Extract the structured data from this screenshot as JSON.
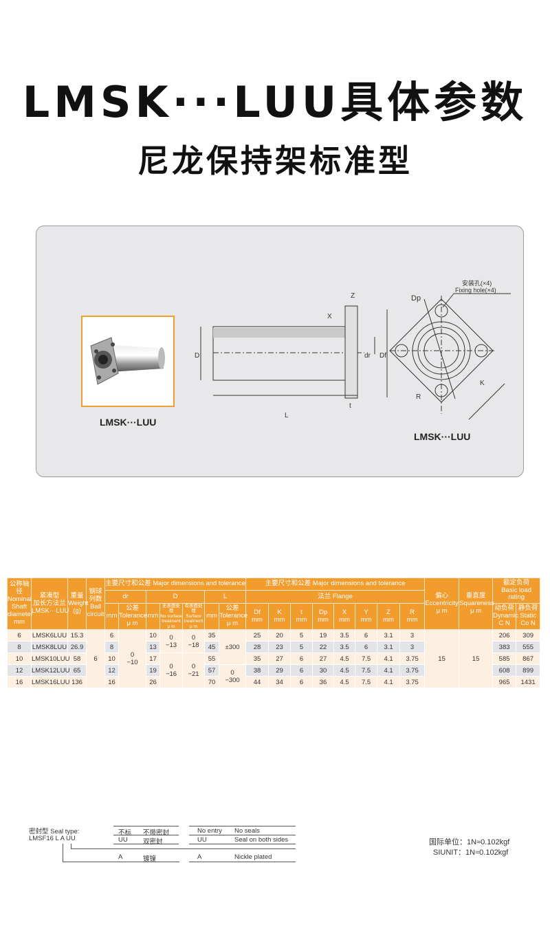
{
  "title": "LMSK···LUU具体参数",
  "subtitle": "尼龙保持架标准型",
  "figure": {
    "photo_caption": "LMSK···LUU",
    "drawing_caption": "LMSK···LUU",
    "fixing_hole_cn": "安装孔(×4)",
    "fixing_hole_en": "Fixing hole(×4)",
    "labels": {
      "D": "D",
      "L": "L",
      "dr": "dr",
      "Df": "Df",
      "Z": "Z",
      "X": "X",
      "t": "t",
      "Dp": "Dp",
      "R": "R",
      "K": "K"
    }
  },
  "table": {
    "headers": {
      "shaft": [
        "公称轴径",
        "Nominal",
        "Shaft",
        "diameter",
        "mm"
      ],
      "model": [
        "紧凑型",
        "加长方法兰",
        "LMSK···LUU"
      ],
      "weight": [
        "重量",
        "Weight",
        "(g)"
      ],
      "ball": [
        "钢球",
        "列数",
        "Ball",
        "circuit"
      ],
      "major1": "主要尺寸和公差  Major dimensions and tolerance",
      "major2": "主要尺寸和公差  Major dimensions and tolerance",
      "dr": "dr",
      "D": "D",
      "L": "L",
      "flange": "法兰  Flange",
      "mm": "mm",
      "tol": [
        "公差",
        "Tolerance",
        "μ m"
      ],
      "no_surface": [
        "无表面处理",
        "No surface",
        "treatment",
        "μ m"
      ],
      "surface": [
        "有表面处理",
        "Surface",
        "treatment",
        "μ m"
      ],
      "flange_cols": [
        "Df",
        "K",
        "t",
        "Dp",
        "X",
        "Y",
        "Z",
        "R"
      ],
      "ecc": [
        "偏心",
        "Eccentricity",
        "μ m"
      ],
      "sq": [
        "垂直度",
        "Squareness",
        "μ m"
      ],
      "load": [
        "额定负荷",
        "Basic load rating"
      ],
      "dyn": [
        "动负荷",
        "Dynamic",
        "C N"
      ],
      "stat": [
        "静负荷",
        "Static",
        "Co N"
      ]
    },
    "rows": [
      {
        "shaft": "6",
        "model": "LMSK6LUU",
        "weight": "15.3",
        "dr": "6",
        "D": "10",
        "L": "35",
        "Df": "25",
        "K": "20",
        "t": "5",
        "Dp": "19",
        "X": "3.5",
        "Y": "6",
        "Z": "3.1",
        "R": "3",
        "C": "206",
        "Co": "309"
      },
      {
        "shaft": "8",
        "model": "LMSK8LUU",
        "weight": "26.9",
        "dr": "8",
        "D": "13",
        "L": "45",
        "Df": "28",
        "K": "23",
        "t": "5",
        "Dp": "22",
        "X": "3.5",
        "Y": "6",
        "Z": "3.1",
        "R": "3",
        "C": "383",
        "Co": "555"
      },
      {
        "shaft": "10",
        "model": "LMSK10LUU",
        "weight": "58",
        "dr": "10",
        "D": "17",
        "L": "55",
        "Df": "35",
        "K": "27",
        "t": "6",
        "Dp": "27",
        "X": "4.5",
        "Y": "7.5",
        "Z": "4.1",
        "R": "3.75",
        "C": "585",
        "Co": "867"
      },
      {
        "shaft": "12",
        "model": "LMSK12LUU",
        "weight": "65",
        "dr": "12",
        "D": "19",
        "L": "57",
        "Df": "38",
        "K": "29",
        "t": "6",
        "Dp": "30",
        "X": "4.5",
        "Y": "7.5",
        "Z": "4.1",
        "R": "3.75",
        "C": "608",
        "Co": "899"
      },
      {
        "shaft": "16",
        "model": "LMSK16LUU",
        "weight": "136",
        "dr": "16",
        "D": "26",
        "L": "70",
        "Df": "44",
        "K": "34",
        "t": "6",
        "Dp": "36",
        "X": "4.5",
        "Y": "7.5",
        "Z": "4.1",
        "R": "3.75",
        "C": "965",
        "Co": "1431"
      }
    ],
    "merged": {
      "ball": "6",
      "dr_tol": [
        "0",
        "−10"
      ],
      "D_no_a": [
        "0",
        "−13"
      ],
      "D_no_b": [
        "0",
        "−16"
      ],
      "D_s_a": [
        "0",
        "−18"
      ],
      "D_s_b": [
        "0",
        "−21"
      ],
      "L_tol_a": "±300",
      "L_tol_b": [
        "0",
        "−300"
      ],
      "ecc": "15",
      "sq": "15"
    }
  },
  "seal": {
    "label": "密封型 Seal type:",
    "code": "LMSF16 L A UU",
    "rows": [
      [
        "不标",
        "不带密封",
        "No entry",
        "No seals"
      ],
      [
        "UU",
        "双密封",
        "UU",
        "Seal on both sides"
      ],
      [
        "A",
        "镀镍",
        "A",
        "Nickle plated"
      ]
    ]
  },
  "units": [
    "国际单位：1N≈0.102kgf",
    "SIUNIT：1N≈0.102kgf"
  ]
}
